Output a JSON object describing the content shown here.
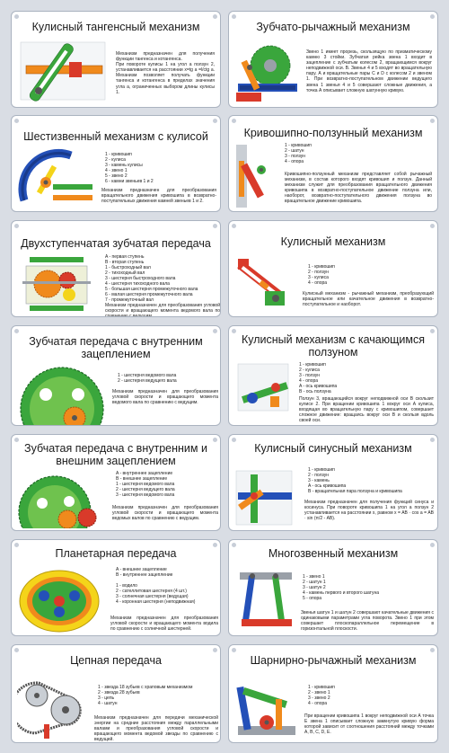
{
  "cards": [
    {
      "title": "Кулисный тангенсный механизм",
      "desc": "Механизм предназначен для получения функции тангенса и котангенса.\nПри повороте кулисы 1 на угол a ползун 2, устанавливается на расстоянии x=tg a =l/ctg a. Механизм позволяет получать функции тангенса и котангенса в пределах значения угла a, ограниченных выбором длины кулисы 1."
    },
    {
      "title": "Зубчато-рычажный механизм",
      "desc": "Звено 1 имеет прорезь, скользящую по призматическому камню 3 стойки. Зубчатая рейка звена 1 входит в зацепление с зубчатым колесом 2, вращающимся вокруг неподвижной оси. В. Звенья 4 и 5 входят во вращательную пару. А и вращательные пары С и D с колесом 2 и звеном 1. При возвратно-поступательном движении ведущего звена 1 звенья 4 и 5 совершают сложные движения, а точка А описывает сложную шатунную кривую."
    },
    {
      "title": "Шестизвенный механизм с кулисой",
      "items": [
        "1 - кривошип",
        "2 - кулиса",
        "3 - камень кулисы",
        "4 - звено 1",
        "5 - звено 2",
        "6 - камни звеньев 1 и 2"
      ],
      "desc": "Механизм предназначен для преобразования вращательного движения кривошипа в возвратно-поступательных движения камней звеньев 1 и 2."
    },
    {
      "title": "Кривошипно-ползунный механизм",
      "items": [
        "1 - кривошип",
        "2 - шатун",
        "3 - ползун",
        "4 - опора"
      ],
      "desc": "Кривошипно-ползунный механизм представляет собой рычажный механизм, в состав которого входят кривошип и ползун. Данный механизм служит для преобразования вращательного движения кривошипа в возвратно-поступательное движение ползуна или, наоборот, возвратно-поступательного движения ползуна во вращательное движение кривошипа."
    },
    {
      "title": "Двухступенчатая зубчатая передача",
      "items": [
        "A - первая ступень",
        "B - вторая ступень",
        "1 - быстроходный вал",
        "2 - тихоходный вал",
        "3 - шестерня быстроходного вала",
        "4 - шестерня тихоходного вала",
        "5 - большая шестерня промежуточного вала",
        "6 - малая шестерня промежуточного вала",
        "7 - промежуточный вал"
      ],
      "desc": "Механизм предназначен для преобразования угловой скорости и вращающего момента ведомого вала по сравнению с ведущим"
    },
    {
      "title": "Кулисный механизм",
      "items": [
        "1 - кривошип",
        "2 - ползун",
        "3 - кулиса",
        "4 - опора"
      ],
      "desc": "Кулисный механизм - рычажный механизм, преобразующий вращательное или качательное движения в возвратно-поступательное и наоборот."
    },
    {
      "title": "Зубчатая передача с внутренним зацеплением",
      "items": [
        "1 - шестерня ведомого вала",
        "2 - шестерня ведущего вала"
      ],
      "desc": "Механизм предназначен для преобразования угловой скорости и вращающего момента ведомого вала по сравнению с ведущим."
    },
    {
      "title": "Кулисный механизм с качающимся ползуном",
      "items": [
        "1 - кривошип",
        "2 - кулиса",
        "3 - ползун",
        "4 - опора",
        "A - ось кривошипа",
        "B - ось ползуна"
      ],
      "desc": "Ползун 3, вращающийся вокруг неподвижной оси В скользит кулисе 2. При вращении кривошипа 1 вокруг оси А кулиса, входящая во вращательную пару с кривошипом, совершает сложное движение: вращаясь вокруг оси В и скользя вдоль своей оси."
    },
    {
      "title": "Зубчатая передача с внутренним и внешним зацеплением",
      "items": [
        "A - внутреннее зацепление",
        "B - внешнее зацепление",
        "1 - шестерня ведомого вала",
        "2 - шестерня ведущего вала",
        "3 - шестерня ведомого вала"
      ],
      "desc": "Механизм предназначен для преобразования угловой скорости и вращающего момента ведомых валов по сравнению с ведущим."
    },
    {
      "title": "Кулисный синусный механизм",
      "items": [
        "1 - кривошип",
        "2 - ползун",
        "3 - камень",
        "A - ось кривошипа",
        "B - вращательная пара ползуна и кривошипа"
      ],
      "desc": "Механизм предназначен для получения функций синуса и косинуса. При повороте кривошипа 1 на угол a ползун 2 устанавливается на расстоянии x, равном x = AB · cos a = AB · sin (π/2 - AB)."
    },
    {
      "title": "Планетарная передача",
      "items": [
        "A - внешнее зацепление",
        "B - внутреннее зацепление",
        "1 - водило",
        "2 - сателлитовая шестерня (4 шт.)",
        "3 - солнечная шестерня (ведущая)",
        "4 - коронная шестерня (неподвижная)"
      ],
      "desc": "Механизм предназначен для преобразования угловой скорости и вращающего момента водила по сравнению с солнечной шестерней."
    },
    {
      "title": "Многозвенный механизм",
      "items": [
        "1 - звено 1",
        "2 - шатун 1",
        "3 - шатун 2",
        "4 - камень первого и второго шатуна",
        "5 - опора"
      ],
      "desc": "Звенья шатун 1 и шатун 2 совершают качательные движения с одинаковыми параметрами угла поворота. Звено 1 при этом совершает плоскопараллельное перемещение в горизонтальной плоскости."
    },
    {
      "title": "Цепная передача",
      "items": [
        "1 - звезда 18 зубьев с храповым механизмом",
        "2 - звезда 28 зубьев",
        "3 - цепь",
        "4 - шатун"
      ],
      "desc": "Механизм предназначен для передачи механической энергии на средние расстояния между параллельными валами и преобразования угловой скорости и вращающего момента ведомой звезды по сравнению с ведущей."
    },
    {
      "title": "Шарнирно-рычажный механизм",
      "items": [
        "1 - кривошип",
        "2 - звено 1",
        "3 - звено 2",
        "4 - опора"
      ],
      "desc": "При вращении кривошипа 1 вокруг неподвижной оси А точка Е звена 1 описывает сложную замкнутую кривую форма которой зависит от соотношения расстояний между точками А, B, C, D, E."
    }
  ],
  "colors": {
    "green": "#3aa63c",
    "orange": "#f08a1c",
    "red": "#d93a2a",
    "blue": "#2450b8",
    "gray": "#9aa0a8",
    "yellow": "#f4d41a"
  }
}
